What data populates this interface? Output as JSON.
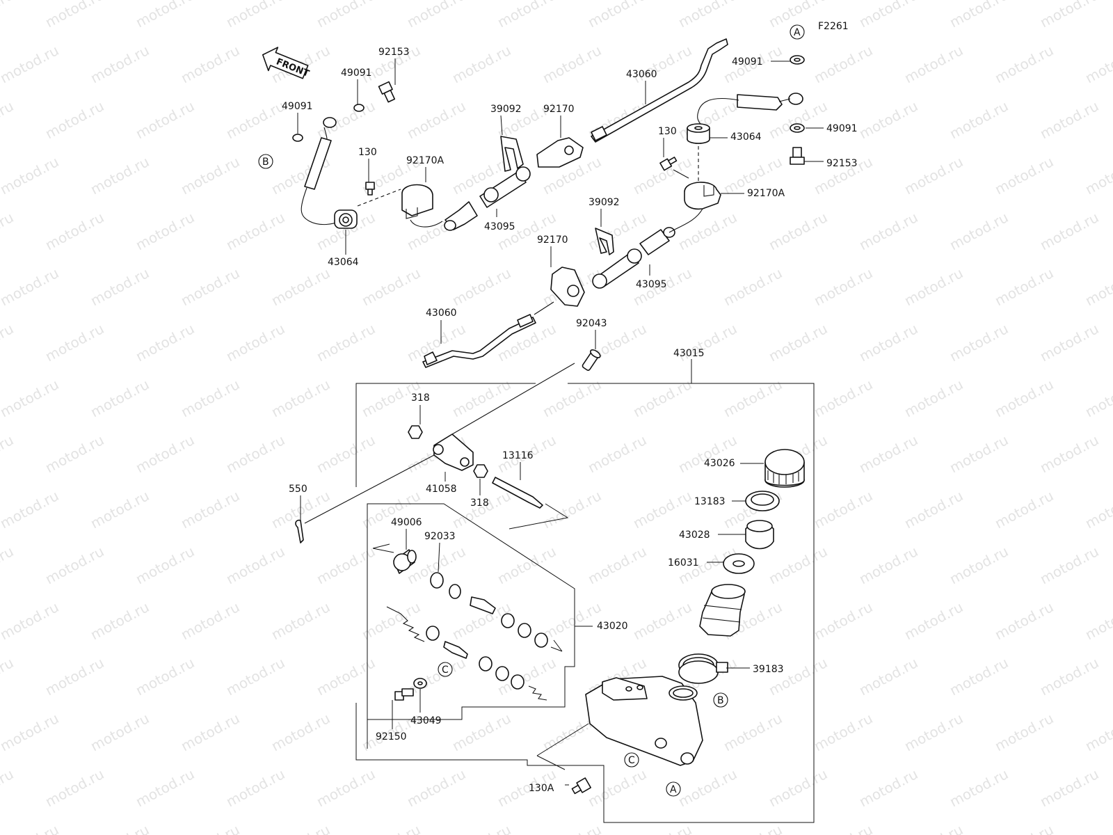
{
  "figure_code": "F2261",
  "front_label": "FRONT",
  "watermark_text": "motod.ru",
  "reference_markers": {
    "a": "A",
    "b": "B",
    "c": "C"
  },
  "callouts": {
    "p92153_left": "92153",
    "p49091_upper": "49091",
    "p49091_lower": "49091",
    "p130_left": "130",
    "p92170A_left": "92170A",
    "p43064_left": "43064",
    "p43095_left": "43095",
    "p39092_left": "39092",
    "p92170_left": "92170",
    "p43060_top": "43060",
    "p49091_right_top": "49091",
    "p49091_right_bottom": "49091",
    "p92153_right": "92153",
    "p130_right": "130",
    "p43064_right": "43064",
    "p92170A_right": "92170A",
    "p39092_right": "39092",
    "p43095_right": "43095",
    "p92170_center": "92170",
    "p43060_bottom": "43060",
    "p92043": "92043",
    "p43015": "43015",
    "p318_top": "318",
    "p318_bottom": "318",
    "p41058": "41058",
    "p13116": "13116",
    "p550": "550",
    "p43026": "43026",
    "p13183": "13183",
    "p43028": "43028",
    "p16031": "16031",
    "p49006": "49006",
    "p92033": "92033",
    "p43020": "43020",
    "p39183": "39183",
    "p43049": "43049",
    "p92150": "92150",
    "p130A": "130A"
  }
}
